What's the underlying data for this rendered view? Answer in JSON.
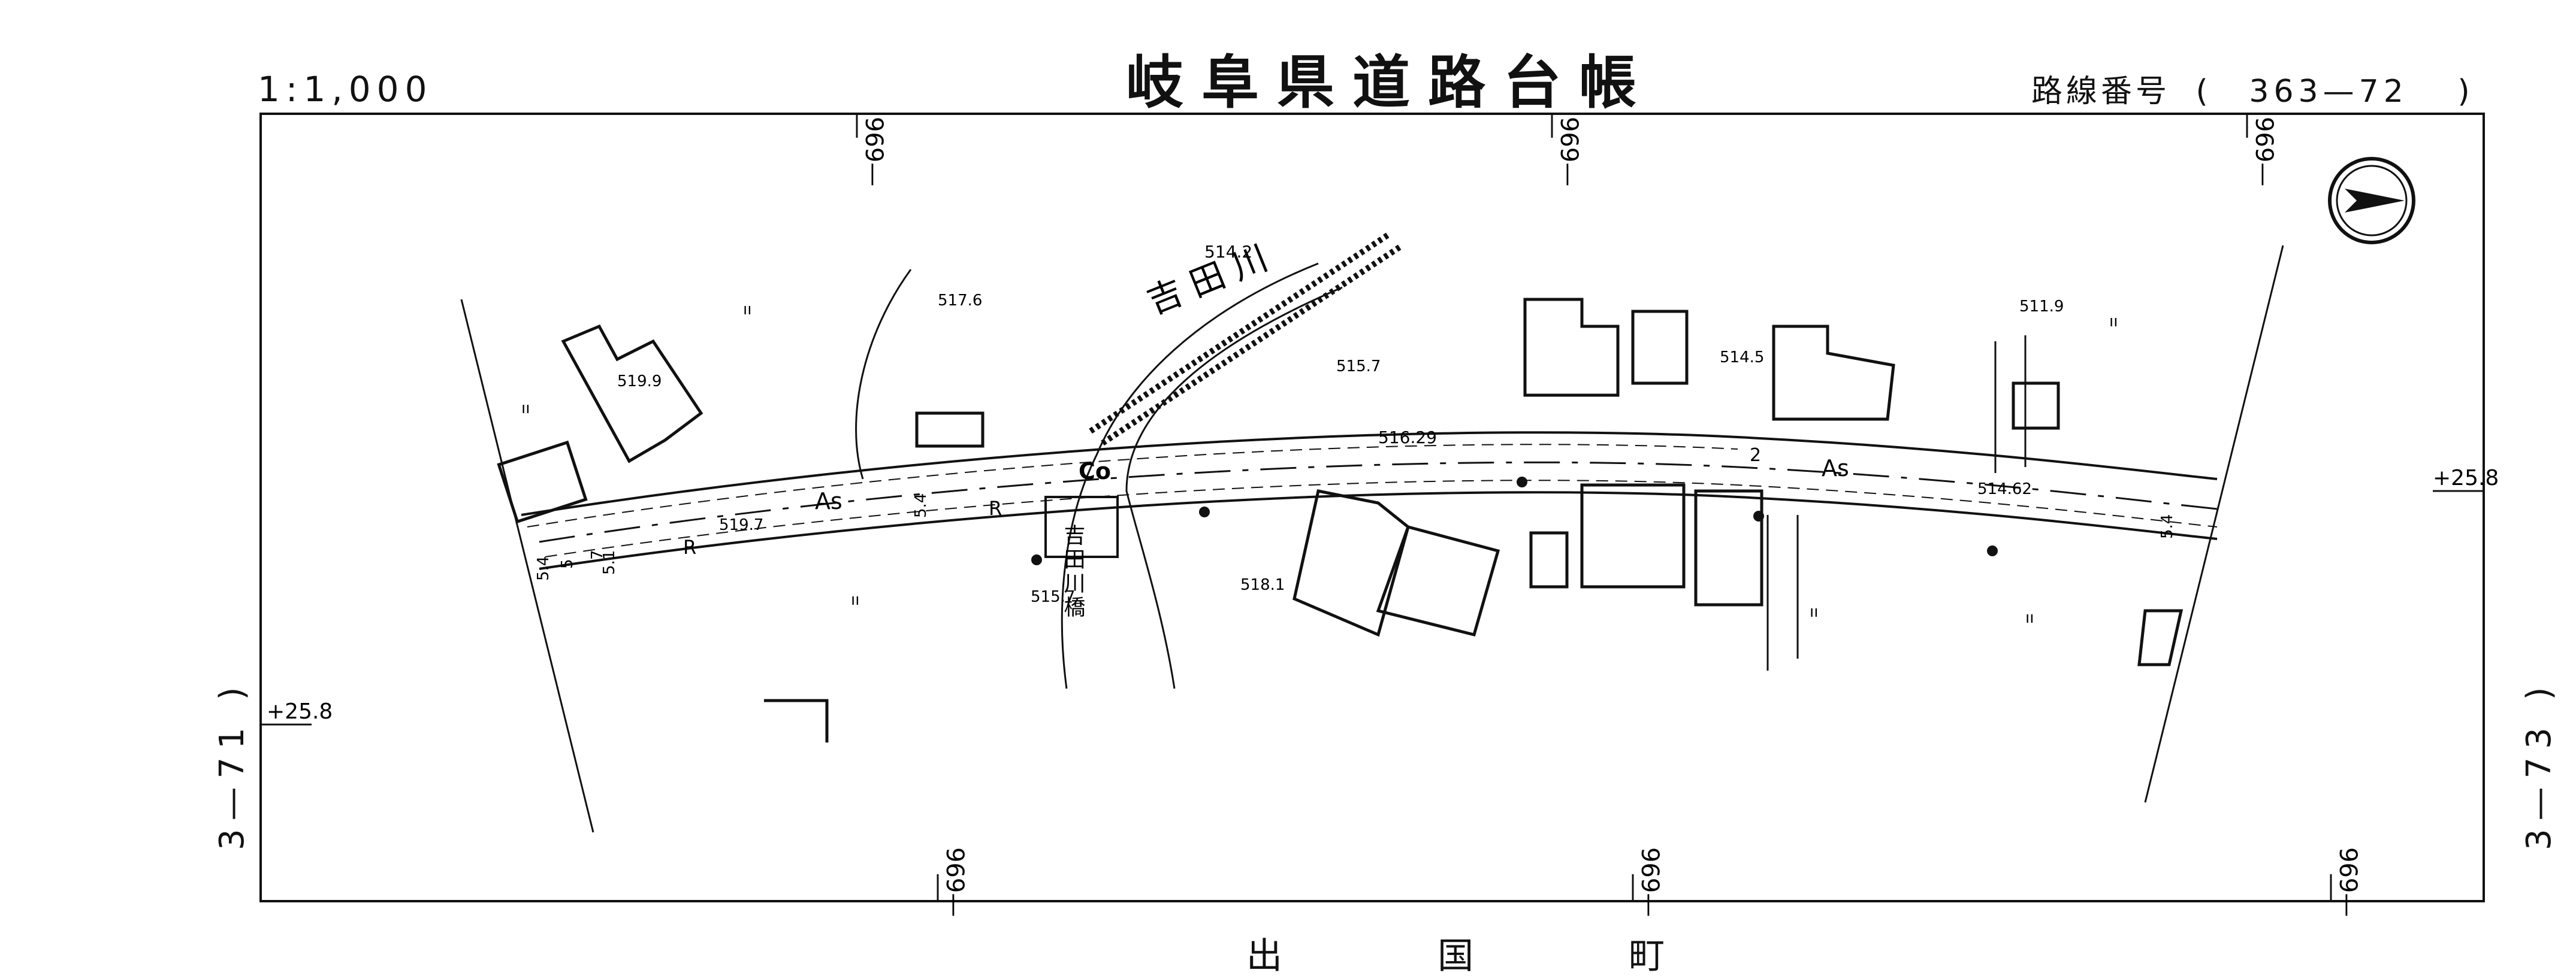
{
  "header": {
    "title": "岐阜県道路台帳",
    "scale": "1:1,000",
    "route_label": "路線番号",
    "route_open": "(",
    "route_number": "363—72",
    "route_close": ")"
  },
  "adjacent_sheets": {
    "left": "3—71  )",
    "right": "3—73  )"
  },
  "footer": {
    "label": "出 国 町"
  },
  "grid_labels": {
    "top": [
      "969—",
      "969—",
      "969—"
    ],
    "bottom": [
      "969—",
      "969—",
      "969—"
    ],
    "side_left": "+25.8",
    "side_right": "+25.8"
  },
  "map": {
    "river_name": "吉田川",
    "bridge_name": "吉田川橋",
    "pavement_asphalt": "As",
    "pavement_concrete": "Co",
    "road_code": "R",
    "elevations": [
      "514.2",
      "517.6",
      "515.7",
      "519.9",
      "514.5",
      "511.9",
      "516.29",
      "519.7",
      "515.7",
      "518.1",
      "514.62"
    ],
    "widths": [
      "5.4",
      "5.4",
      "5.4",
      "5",
      "7",
      "5.1",
      "2"
    ],
    "vegetation_mark": "ıı",
    "north_arrow": "north-arrow-icon"
  },
  "colors": {
    "ink": "#111111",
    "paper": "#ffffff"
  }
}
